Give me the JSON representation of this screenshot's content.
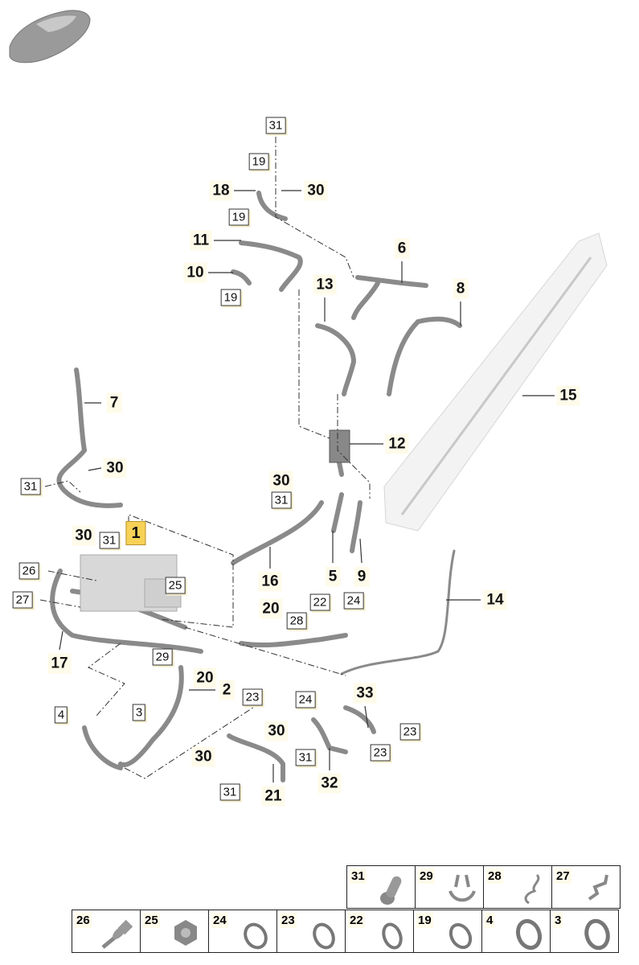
{
  "diagram": {
    "labels": [
      {
        "text": "31",
        "style": "box"
      },
      {
        "text": "19",
        "style": "box"
      },
      {
        "text": "18",
        "style": "bold"
      },
      {
        "text": "30",
        "style": "bold"
      },
      {
        "text": "19",
        "style": "box"
      },
      {
        "text": "11",
        "style": "bold"
      },
      {
        "text": "6",
        "style": "bold"
      },
      {
        "text": "10",
        "style": "bold"
      },
      {
        "text": "19",
        "style": "box"
      },
      {
        "text": "13",
        "style": "bold"
      },
      {
        "text": "8",
        "style": "bold"
      },
      {
        "text": "7",
        "style": "bold"
      },
      {
        "text": "15",
        "style": "bold"
      },
      {
        "text": "12",
        "style": "bold"
      },
      {
        "text": "30",
        "style": "bold"
      },
      {
        "text": "31",
        "style": "box"
      },
      {
        "text": "30",
        "style": "bold"
      },
      {
        "text": "31",
        "style": "box"
      },
      {
        "text": "1",
        "style": "highlight"
      },
      {
        "text": "30",
        "style": "bold"
      },
      {
        "text": "31",
        "style": "box"
      },
      {
        "text": "26",
        "style": "box"
      },
      {
        "text": "25",
        "style": "box"
      },
      {
        "text": "27",
        "style": "box"
      },
      {
        "text": "16",
        "style": "bold"
      },
      {
        "text": "5",
        "style": "bold"
      },
      {
        "text": "9",
        "style": "bold"
      },
      {
        "text": "14",
        "style": "bold"
      },
      {
        "text": "20",
        "style": "bold"
      },
      {
        "text": "22",
        "style": "box"
      },
      {
        "text": "24",
        "style": "box"
      },
      {
        "text": "28",
        "style": "box"
      },
      {
        "text": "17",
        "style": "bold"
      },
      {
        "text": "29",
        "style": "box"
      },
      {
        "text": "20",
        "style": "bold"
      },
      {
        "text": "2",
        "style": "bold"
      },
      {
        "text": "23",
        "style": "box"
      },
      {
        "text": "24",
        "style": "box"
      },
      {
        "text": "33",
        "style": "bold"
      },
      {
        "text": "4",
        "style": "box"
      },
      {
        "text": "3",
        "style": "box"
      },
      {
        "text": "30",
        "style": "bold"
      },
      {
        "text": "23",
        "style": "box"
      },
      {
        "text": "30",
        "style": "bold"
      },
      {
        "text": "31",
        "style": "box"
      },
      {
        "text": "23",
        "style": "box"
      },
      {
        "text": "32",
        "style": "bold"
      },
      {
        "text": "31",
        "style": "box"
      },
      {
        "text": "21",
        "style": "bold"
      }
    ],
    "highlight_color": "#f7d257"
  },
  "small_parts": {
    "row1": [
      {
        "num": "31",
        "icon": "screw-icon"
      },
      {
        "num": "29",
        "icon": "clip-icon"
      },
      {
        "num": "28",
        "icon": "clip-icon"
      },
      {
        "num": "27",
        "icon": "clip-icon"
      }
    ],
    "row2": [
      {
        "num": "26",
        "icon": "rivet-icon"
      },
      {
        "num": "25",
        "icon": "nut-icon"
      },
      {
        "num": "24",
        "icon": "hose-clamp-icon"
      },
      {
        "num": "23",
        "icon": "hose-clamp-icon"
      },
      {
        "num": "22",
        "icon": "hose-clamp-icon"
      },
      {
        "num": "19",
        "icon": "hose-clamp-icon"
      },
      {
        "num": "4",
        "icon": "hose-clamp-icon"
      },
      {
        "num": "3",
        "icon": "hose-clamp-icon"
      }
    ]
  }
}
